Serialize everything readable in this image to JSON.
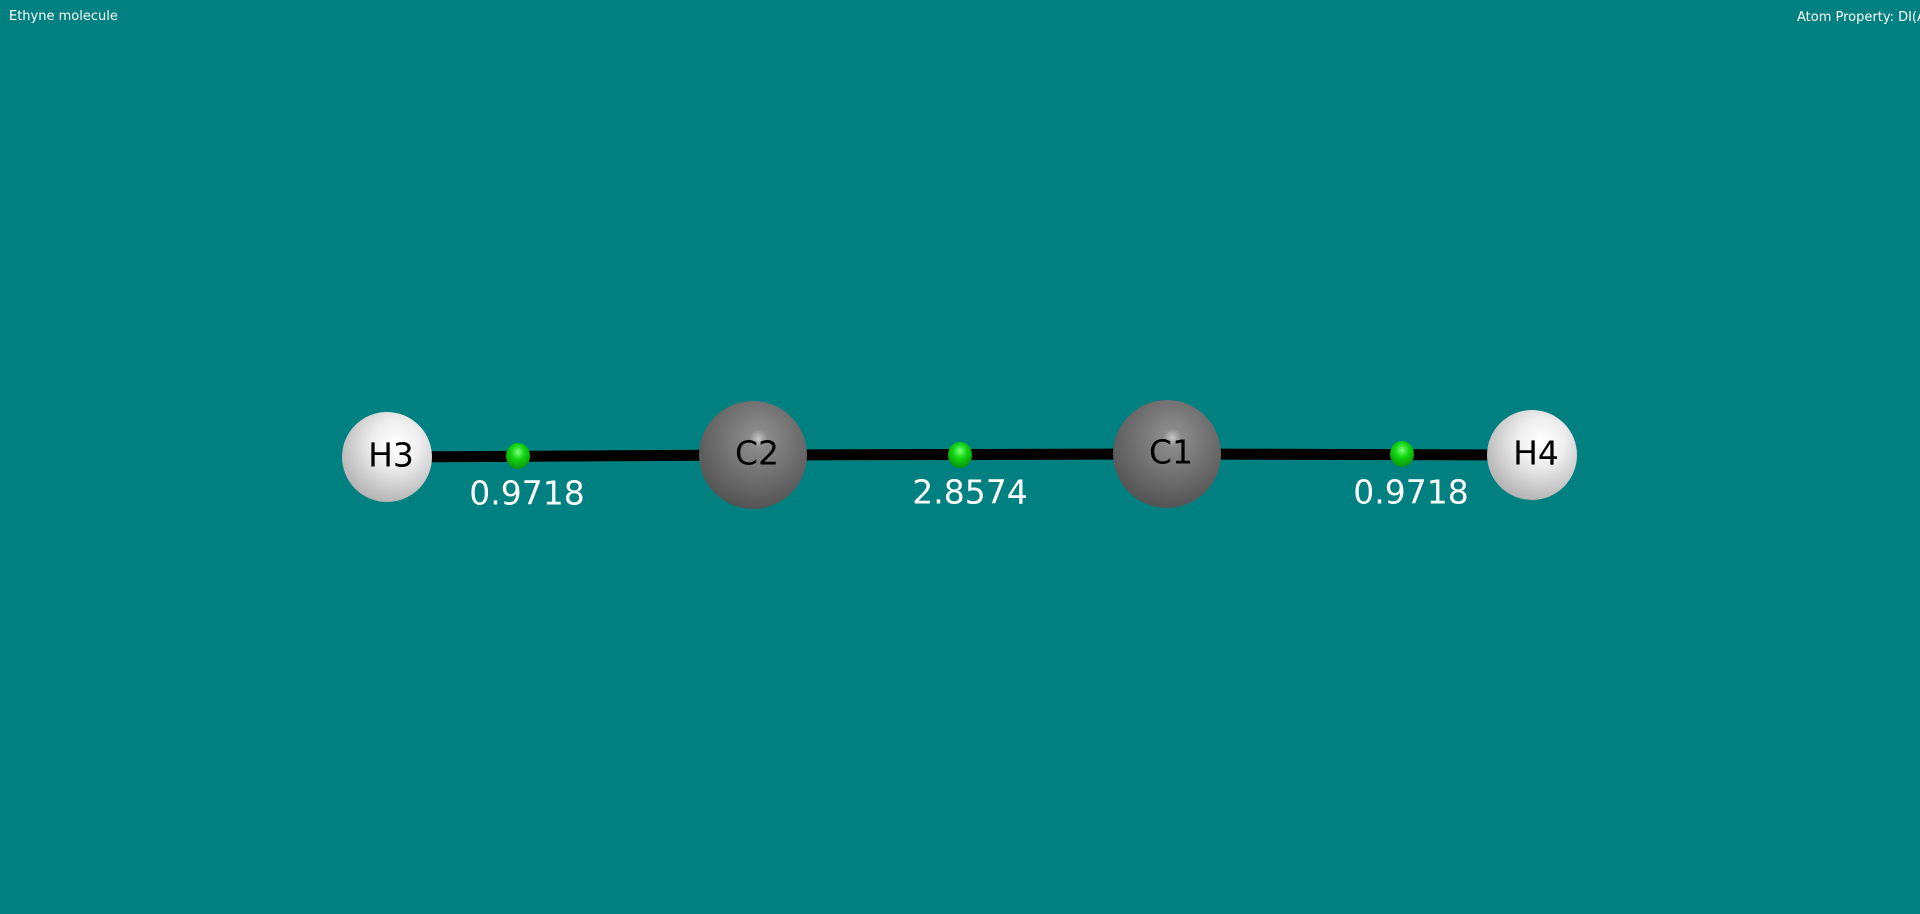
{
  "header": {
    "title": "Ethyne molecule",
    "property_label": "Atom Property:  DI(A,"
  },
  "colors": {
    "background": "#008080",
    "bond": "#000000",
    "bcp": "#00cc00",
    "carbon": "#6e6e6e",
    "hydrogen": "#e6e6e6",
    "label": "#ffffff"
  },
  "atoms": [
    {
      "id": "H3",
      "label": "H3",
      "element": "H"
    },
    {
      "id": "C2",
      "label": "C2",
      "element": "C"
    },
    {
      "id": "C1",
      "label": "C1",
      "element": "C"
    },
    {
      "id": "H4",
      "label": "H4",
      "element": "H"
    }
  ],
  "bonds": [
    {
      "from": "H3",
      "to": "C2",
      "value": "0.9718"
    },
    {
      "from": "C2",
      "to": "C1",
      "value": "2.8574"
    },
    {
      "from": "C1",
      "to": "H4",
      "value": "0.9718"
    }
  ]
}
